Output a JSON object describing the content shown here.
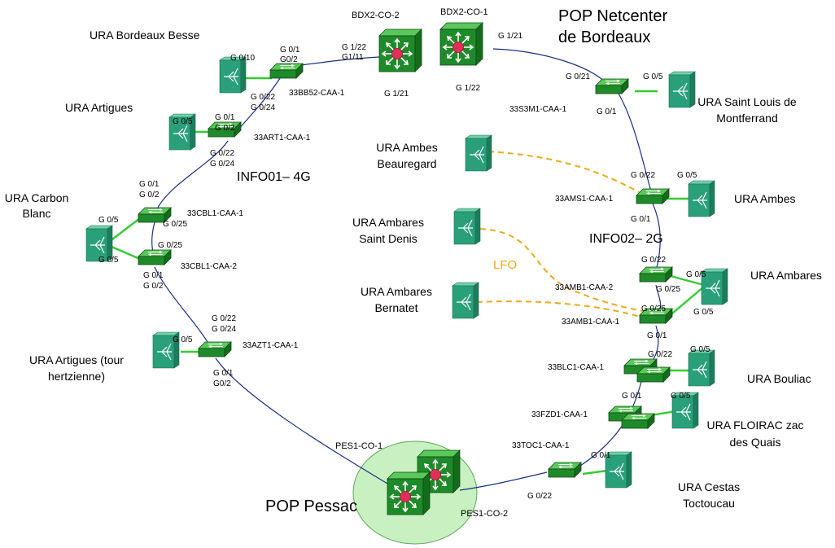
{
  "pops": {
    "netcenter": "POP Netcenter\nde Bordeaux",
    "pessac": "POP Pessac"
  },
  "routers": {
    "bdx2_co2": "BDX2-CO-2",
    "bdx2_co1": "BDX2-CO-1",
    "pes1_co1": "PES1-CO-1",
    "pes1_co2": "PES1-CO-2"
  },
  "rings": {
    "info01": "INFO01– 4G",
    "info02": "INFO02– 2G",
    "lfo": "LFO"
  },
  "sites": {
    "bordeaux_besse": "URA Bordeaux Besse",
    "artigues": "URA Artigues",
    "carbon_blanc": "URA Carbon\nBlanc",
    "artigues_tour": "URA Artigues (tour\nhertzienne)",
    "saint_louis": "URA Saint Louis de\nMontferrand",
    "ambes_beauregard": "URA Ambes\nBeauregard",
    "ambes": "URA Ambes",
    "ambares_saint_denis": "URA Ambares\nSaint Denis",
    "ambares": "URA Ambares",
    "ambares_bernatet": "URA Ambares\nBernatet",
    "bouliac": "URA Bouliac",
    "floirac": "URA FLOIRAC zac\ndes Quais",
    "cestas": "URA Cestas\nToctoucau"
  },
  "switches": {
    "bb52": "33BB52-CAA-1",
    "art1": "33ART1-CAA-1",
    "cbl1_1": "33CBL1-CAA-1",
    "cbl1_2": "33CBL1-CAA-2",
    "azt1": "33AZT1-CAA-1",
    "s3m1": "33S3M1-CAA-1",
    "ams1": "33AMS1-CAA-1",
    "amb1_2": "33AMB1-CAA-2",
    "amb1_1": "33AMB1-CAA-1",
    "blc1": "33BLC1-CAA-1",
    "fzd1": "33FZD1-CAA-1",
    "toc1": "33TOC1-CAA-1"
  },
  "ports": {
    "bdx_g122": "G 1/22",
    "bdx_g111": "G1/11",
    "bdx_g121": "G 1/21",
    "bdx_g121b": "G 1/21",
    "bdx_g122b": "G 1/22",
    "bb_g010": "G 0/10",
    "bb_g01": "G 0/1",
    "bb_g02": "G0/2",
    "bb_g022": "G 0/22",
    "bb_g024": "G 0/24",
    "art_g05": "G 0/5",
    "art_g01": "G 0/1",
    "art_g02": "G 0/2",
    "art_g022": "G 0/22",
    "art_g024": "G 0/24",
    "cbl_g01": "G 0/1",
    "cbl_g02": "G 0/2",
    "cbl_g05a": "G 0/5",
    "cbl_g25a": "G 0/25",
    "cbl_g25b": "G 0/25",
    "cbl_g05b": "G 0/5",
    "cbl_g01b": "G 0/1",
    "cbl_g02b": "G 0/2",
    "azt_g022": "G 0/22",
    "azt_g024": "G 0/24",
    "azt_g05": "G 0/5",
    "azt_g01": "G 0/1",
    "azt_g02": "G0/2",
    "s3m_g021": "G 0/21",
    "s3m_g05": "G 0/5",
    "s3m_g01": "G 0/1",
    "ams_g022": "G 0/22",
    "ams_g05": "G 0/5",
    "ams_g01": "G 0/1",
    "amb2_g022": "G 0/22",
    "amb2_g05": "G 0/5",
    "amb2_g025": "G 0/25",
    "amb1_g025": "G 0/25",
    "amb1_g05": "G 0/5",
    "amb1_g01": "G 0/1",
    "blc_g022": "G 0/22",
    "blc_g05": "G 0/5",
    "fzd_g01": "G 0/1",
    "fzd_g05": "G 0/5",
    "toc_g01": "G 0/1",
    "toc_g022": "G 0/22"
  },
  "colors": {
    "switch_green": "#1f8a2a",
    "link_blue": "#1a2f8a",
    "access_green": "#33cc33",
    "lfo_orange": "#f0a818",
    "pop_circle": "#c8f0c0",
    "ura_teal": "#2aa07a"
  }
}
